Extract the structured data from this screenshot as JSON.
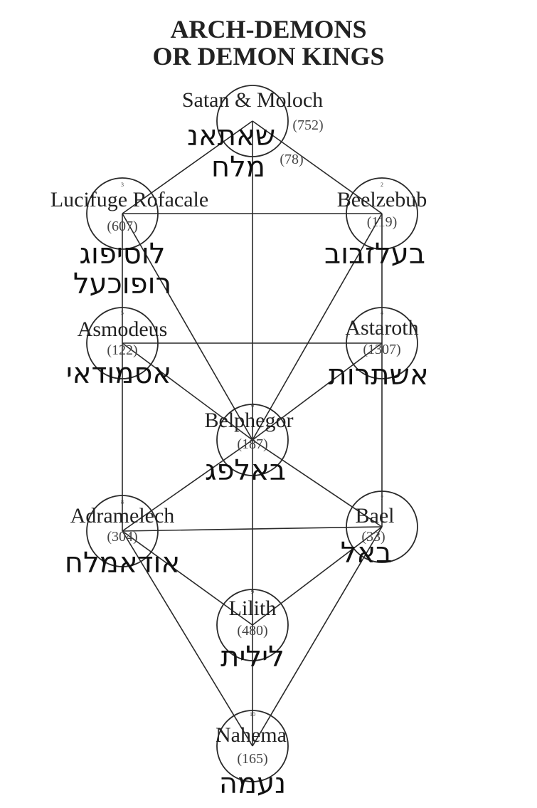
{
  "title": {
    "line1": "ARCH-DEMONS",
    "line2": "OR DEMON KINGS"
  },
  "colors": {
    "ink": "#222222",
    "background": "#ffffff"
  },
  "nodes": [
    {
      "id": "satan",
      "index": "",
      "name": "Satan & Moloch",
      "number": "(752)",
      "hebrew": "שאתאנ",
      "number2": "(78)",
      "hebrew2": "מלח"
    },
    {
      "id": "beelzebub",
      "index": "2",
      "name": "Beelzebub",
      "number": "(119)",
      "hebrew": "בעלזבוב"
    },
    {
      "id": "lucifuge",
      "index": "3",
      "name": "Lucifuge Rofacale",
      "number": "(607)",
      "hebrew": "לוסיפוג",
      "hebrew2": "רופוכעל"
    },
    {
      "id": "astaroth",
      "index": "4",
      "name": "Astaroth",
      "number": "(1307)",
      "hebrew": "אשתרות"
    },
    {
      "id": "asmodeus",
      "index": "5",
      "name": "Asmodeus",
      "number": "(122)",
      "hebrew": "אסמודאי"
    },
    {
      "id": "belphegor",
      "index": "6",
      "name": "Belphegor",
      "number": "(187)",
      "hebrew": "באלפג"
    },
    {
      "id": "bael",
      "index": "7",
      "name": "Bael",
      "number": "(33)",
      "hebrew": "באל"
    },
    {
      "id": "adramelech",
      "index": "8",
      "name": "Adramelech",
      "number": "(304)",
      "hebrew": "אודאמלח"
    },
    {
      "id": "lilith",
      "index": "9",
      "name": "Lilith",
      "number": "(480)",
      "hebrew": "לילית"
    },
    {
      "id": "nahema",
      "index": "10",
      "name": "Nahema",
      "number": "(165)",
      "hebrew": "נעמה"
    }
  ],
  "connections": [
    [
      "satan",
      "lucifuge"
    ],
    [
      "satan",
      "beelzebub"
    ],
    [
      "satan",
      "belphegor"
    ],
    [
      "lucifuge",
      "beelzebub"
    ],
    [
      "lucifuge",
      "asmodeus"
    ],
    [
      "lucifuge",
      "belphegor"
    ],
    [
      "beelzebub",
      "astaroth"
    ],
    [
      "beelzebub",
      "belphegor"
    ],
    [
      "asmodeus",
      "astaroth"
    ],
    [
      "asmodeus",
      "belphegor"
    ],
    [
      "asmodeus",
      "adramelech"
    ],
    [
      "astaroth",
      "belphegor"
    ],
    [
      "astaroth",
      "bael"
    ],
    [
      "belphegor",
      "adramelech"
    ],
    [
      "belphegor",
      "bael"
    ],
    [
      "belphegor",
      "lilith"
    ],
    [
      "adramelech",
      "bael"
    ],
    [
      "adramelech",
      "lilith"
    ],
    [
      "adramelech",
      "nahema"
    ],
    [
      "bael",
      "lilith"
    ],
    [
      "bael",
      "nahema"
    ],
    [
      "lilith",
      "nahema"
    ]
  ]
}
